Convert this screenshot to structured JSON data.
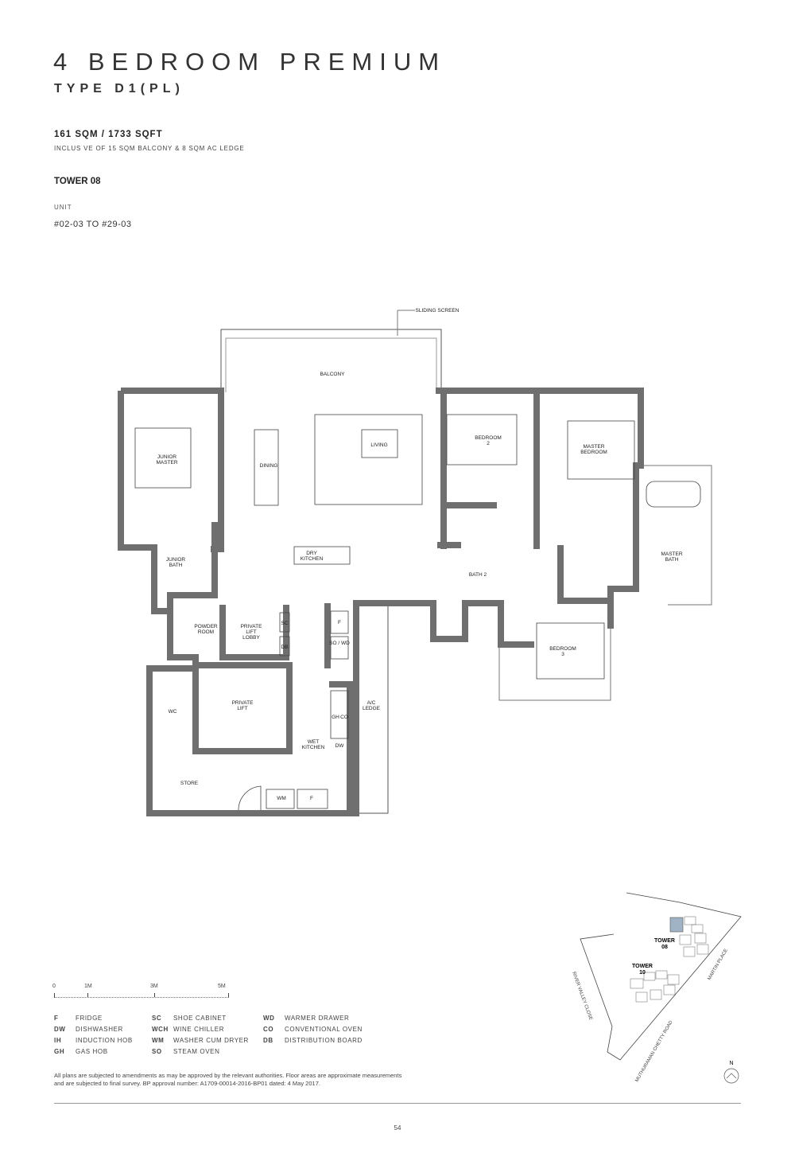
{
  "header": {
    "title": "4 BEDROOM PREMIUM",
    "subtitle": "TYPE D1(PL)"
  },
  "info": {
    "area": "161 SQM / 1733 SQFT",
    "inclusive": "INCLUS VE OF 15 SQM BALCONY & 8 SQM AC LEDGE",
    "tower": "TOWER 08",
    "unit_label": "UNIT",
    "unit_range": "#02-03 TO #29-03"
  },
  "plan_labels": {
    "sliding_screen": "SLIDING SCREEN",
    "balcony": "BALCONY",
    "junior_master": [
      "JUNIOR",
      "MASTER"
    ],
    "dining": "DINING",
    "living": "LIVING",
    "bedroom2": [
      "BEDROOM",
      "2"
    ],
    "master_bedroom": [
      "MASTER",
      "BEDROOM"
    ],
    "master_bath": [
      "MASTER",
      "BATH"
    ],
    "junior_bath": [
      "JUNIOR",
      "BATH"
    ],
    "dry_kitchen": [
      "DRY",
      "KITCHEN"
    ],
    "bath2": "BATH 2",
    "powder_room": [
      "POWDER",
      "ROOM"
    ],
    "private_lift_lobby": [
      "PRIVATE",
      "LIFT",
      "LOBBY"
    ],
    "sc": "SC",
    "db": "DB",
    "f1": "F",
    "so_wd": "SO / WD",
    "bedroom3": [
      "BEDROOM",
      "3"
    ],
    "ac_ledge": [
      "A/C",
      "LEDGE"
    ],
    "private_lift": [
      "PRIVATE",
      "LIFT"
    ],
    "wc": "WC",
    "wet_kitchen": [
      "WET",
      "KITCHEN"
    ],
    "gh": "GH",
    "co": "CO",
    "dw": "DW",
    "store": "STORE",
    "wm": "WM",
    "f2": "F"
  },
  "scale": {
    "ticks": [
      "0",
      "1M",
      "3M",
      "5M"
    ]
  },
  "legend": [
    {
      "code": "F",
      "label": "FRIDGE"
    },
    {
      "code": "DW",
      "label": "DISHWASHER"
    },
    {
      "code": "IH",
      "label": "INDUCTION HOB"
    },
    {
      "code": "GH",
      "label": "GAS HOB"
    },
    {
      "code": "SC",
      "label": "SHOE CABINET"
    },
    {
      "code": "WCH",
      "label": "WINE CHILLER"
    },
    {
      "code": "WM",
      "label": "WASHER CUM DRYER"
    },
    {
      "code": "SO",
      "label": "STEAM OVEN"
    },
    {
      "code": "WD",
      "label": "WARMER DRAWER"
    },
    {
      "code": "CO",
      "label": "CONVENTIONAL OVEN"
    },
    {
      "code": "DB",
      "label": "DISTRIBUTION BOARD"
    }
  ],
  "site": {
    "tower08": [
      "TOWER",
      "08"
    ],
    "tower10": [
      "TOWER",
      "10"
    ],
    "roads": [
      "RIVER VALLEY CLOSE",
      "MUTHURAMAN CHETTY ROAD",
      "MARTIN PLACE"
    ],
    "north": "N",
    "highlight_color": "#9fb3c4"
  },
  "note": "All plans are subjected to amendments as may be approved by the relevant authorities. Floor areas are approximate measurements and are subjected to final survey. BP approval number: A1709-00014-2016-BP01 dated: 4 May 2017.",
  "page_number": "54"
}
